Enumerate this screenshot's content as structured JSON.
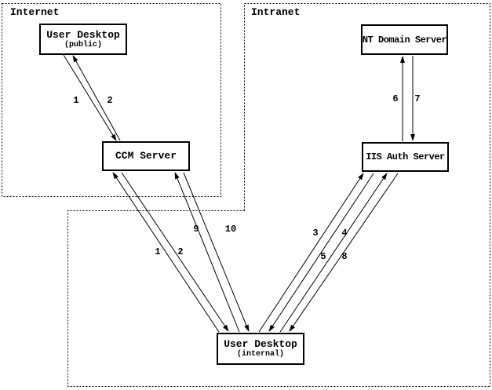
{
  "zones": {
    "internet": {
      "label": "Internet"
    },
    "intranet": {
      "label": "Intranet"
    }
  },
  "nodes": {
    "user_desktop_public": {
      "title": "User Desktop",
      "subtitle": "(public)"
    },
    "ccm_server": {
      "title": "CCM Server"
    },
    "nt_domain_server": {
      "title": "NT Domain Server"
    },
    "iis_auth_server": {
      "title": "IIS Auth Server"
    },
    "user_desktop_internal": {
      "title": "User Desktop",
      "subtitle": "(internal)"
    }
  },
  "edge_labels": {
    "public_to_ccm": "1",
    "ccm_to_public": "2",
    "internal_to_ccm": "1",
    "ccm_to_internal": "2",
    "internal_to_ccm_b": "9",
    "ccm_to_internal_b": "10",
    "internal_to_iis": "3",
    "iis_to_internal": "4",
    "internal_to_iis_b": "5",
    "iis_to_internal_b": "8",
    "iis_to_nt": "6",
    "nt_to_iis": "7"
  },
  "colors": {
    "line": "#000000",
    "background": "#ffffff",
    "node_fill": "#ffffff",
    "node_border": "#000000"
  }
}
